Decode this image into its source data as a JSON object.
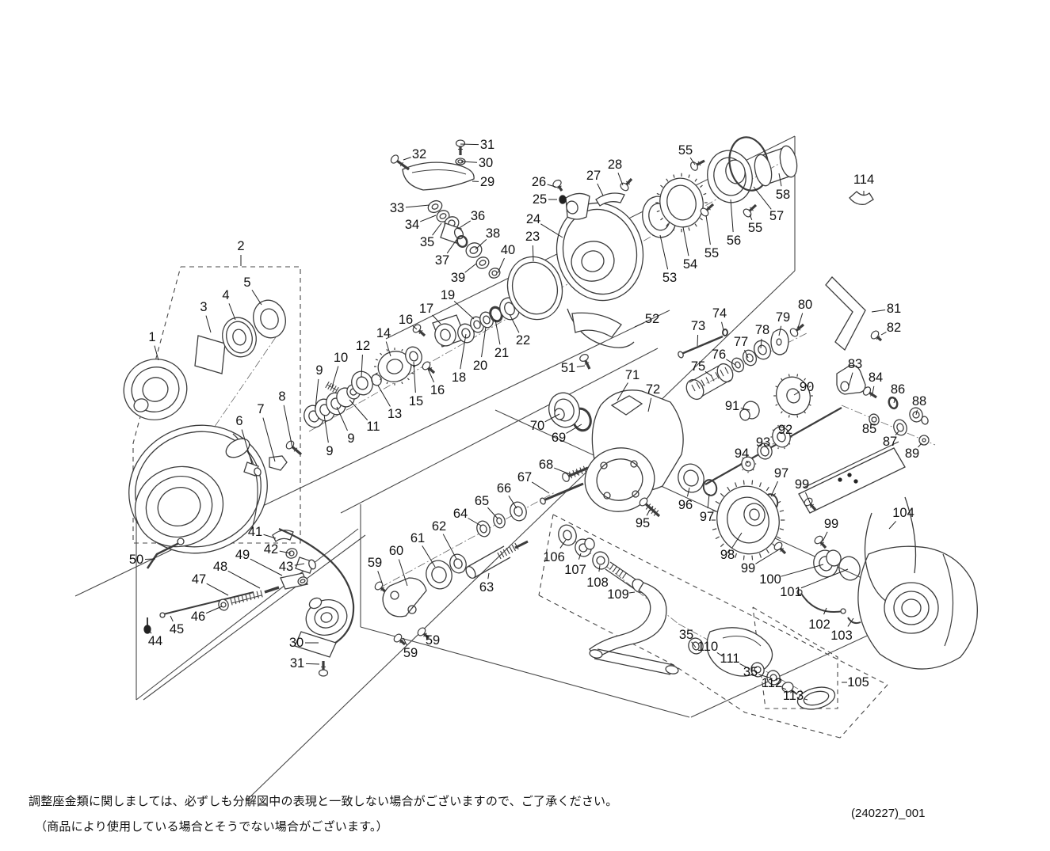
{
  "diagram": {
    "part_labels": [
      [
        1,
        192,
        426,
        200,
        455
      ],
      [
        2,
        304,
        311,
        304,
        336
      ],
      [
        3,
        257,
        388,
        266,
        420
      ],
      [
        4,
        285,
        373,
        297,
        404
      ],
      [
        5,
        312,
        357,
        330,
        385
      ],
      [
        6,
        302,
        532,
        318,
        586
      ],
      [
        7,
        329,
        517,
        347,
        583
      ],
      [
        8,
        356,
        501,
        369,
        566
      ],
      [
        9,
        403,
        468,
        398,
        516
      ],
      [
        9,
        443,
        554,
        425,
        514
      ],
      [
        9,
        416,
        570,
        409,
        524
      ],
      [
        10,
        430,
        452,
        419,
        489
      ],
      [
        11,
        471,
        539,
        441,
        505
      ],
      [
        12,
        458,
        437,
        456,
        476
      ],
      [
        13,
        498,
        523,
        477,
        487
      ],
      [
        14,
        484,
        421,
        493,
        450
      ],
      [
        15,
        525,
        507,
        522,
        457
      ],
      [
        16,
        512,
        404,
        526,
        416
      ],
      [
        16,
        552,
        493,
        540,
        466
      ],
      [
        17,
        538,
        390,
        556,
        409
      ],
      [
        18,
        579,
        477,
        588,
        422
      ],
      [
        19,
        565,
        373,
        598,
        403
      ],
      [
        20,
        606,
        462,
        613,
        413
      ],
      [
        21,
        633,
        446,
        625,
        404
      ],
      [
        22,
        660,
        430,
        643,
        397
      ],
      [
        23,
        672,
        299,
        673,
        330
      ],
      [
        24,
        673,
        277,
        710,
        300
      ],
      [
        25,
        681,
        252,
        703,
        252
      ],
      [
        26,
        680,
        230,
        701,
        236
      ],
      [
        27,
        749,
        222,
        761,
        247
      ],
      [
        28,
        776,
        208,
        786,
        234
      ],
      [
        29,
        615,
        230,
        596,
        229
      ],
      [
        30,
        613,
        206,
        582,
        204
      ],
      [
        31,
        615,
        183,
        581,
        182
      ],
      [
        32,
        529,
        195,
        509,
        202
      ],
      [
        33,
        501,
        263,
        542,
        259
      ],
      [
        34,
        520,
        284,
        550,
        272
      ],
      [
        35,
        539,
        306,
        557,
        282
      ],
      [
        36,
        603,
        273,
        578,
        289
      ],
      [
        37,
        558,
        329,
        576,
        303
      ],
      [
        38,
        622,
        295,
        600,
        315
      ],
      [
        39,
        578,
        351,
        601,
        333
      ],
      [
        40,
        641,
        316,
        628,
        345
      ],
      [
        41,
        322,
        672,
        348,
        680
      ],
      [
        42,
        342,
        694,
        367,
        699
      ],
      [
        43,
        361,
        716,
        384,
        712
      ],
      [
        44,
        196,
        810,
        187,
        793
      ],
      [
        45,
        223,
        795,
        215,
        778
      ],
      [
        46,
        250,
        779,
        280,
        766
      ],
      [
        47,
        251,
        732,
        288,
        752
      ],
      [
        48,
        278,
        716,
        328,
        743
      ],
      [
        49,
        306,
        701,
        356,
        727
      ],
      [
        50,
        172,
        707,
        196,
        706
      ],
      [
        51,
        717,
        465,
        738,
        462
      ],
      [
        52,
        823,
        403,
        801,
        413
      ],
      [
        53,
        845,
        351,
        833,
        297
      ],
      [
        54,
        871,
        334,
        862,
        287
      ],
      [
        55,
        865,
        190,
        877,
        208
      ],
      [
        55,
        953,
        288,
        946,
        271
      ],
      [
        55,
        898,
        320,
        891,
        272
      ],
      [
        56,
        926,
        304,
        922,
        252
      ],
      [
        57,
        980,
        273,
        951,
        236
      ],
      [
        58,
        988,
        246,
        983,
        219
      ],
      [
        59,
        473,
        711,
        482,
        736
      ],
      [
        59,
        546,
        809,
        540,
        799
      ],
      [
        59,
        518,
        825,
        509,
        806
      ],
      [
        60,
        500,
        696,
        514,
        740
      ],
      [
        61,
        527,
        680,
        549,
        716
      ],
      [
        62,
        554,
        665,
        576,
        706
      ],
      [
        63,
        614,
        742,
        617,
        724
      ],
      [
        64,
        581,
        649,
        607,
        664
      ],
      [
        65,
        608,
        633,
        628,
        655
      ],
      [
        66,
        636,
        617,
        652,
        642
      ],
      [
        67,
        662,
        603,
        693,
        623
      ],
      [
        68,
        689,
        587,
        719,
        599
      ],
      [
        69,
        705,
        553,
        734,
        536
      ],
      [
        70,
        678,
        538,
        706,
        523
      ],
      [
        71,
        798,
        474,
        779,
        506
      ],
      [
        72,
        824,
        492,
        818,
        520
      ],
      [
        73,
        881,
        412,
        880,
        437
      ],
      [
        74,
        908,
        396,
        913,
        417
      ],
      [
        75,
        881,
        463,
        898,
        475
      ],
      [
        76,
        907,
        448,
        928,
        461
      ],
      [
        77,
        935,
        432,
        944,
        452
      ],
      [
        78,
        962,
        417,
        960,
        440
      ],
      [
        79,
        988,
        401,
        983,
        424
      ],
      [
        80,
        1016,
        385,
        1007,
        414
      ],
      [
        81,
        1128,
        390,
        1100,
        394
      ],
      [
        82,
        1128,
        414,
        1112,
        423
      ],
      [
        83,
        1079,
        460,
        1071,
        488
      ],
      [
        84,
        1105,
        477,
        1101,
        497
      ],
      [
        85,
        1097,
        542,
        1102,
        532
      ],
      [
        86,
        1133,
        492,
        1128,
        509
      ],
      [
        87,
        1123,
        558,
        1134,
        545
      ],
      [
        88,
        1160,
        507,
        1156,
        524
      ],
      [
        89,
        1151,
        573,
        1163,
        560
      ],
      [
        90,
        1018,
        489,
        1002,
        499
      ],
      [
        91,
        924,
        513,
        946,
        518
      ],
      [
        92,
        991,
        543,
        986,
        552
      ],
      [
        93,
        963,
        559,
        964,
        570
      ],
      [
        94,
        936,
        573,
        944,
        585
      ],
      [
        95,
        811,
        661,
        820,
        644
      ],
      [
        96,
        865,
        638,
        870,
        616
      ],
      [
        97,
        892,
        653,
        895,
        624
      ],
      [
        97,
        986,
        598,
        973,
        627
      ],
      [
        98,
        918,
        701,
        936,
        673
      ],
      [
        99,
        1012,
        612,
        1023,
        637
      ],
      [
        99,
        1049,
        662,
        1038,
        684
      ],
      [
        99,
        944,
        718,
        985,
        693
      ],
      [
        100,
        972,
        732,
        1039,
        713
      ],
      [
        101,
        998,
        748,
        1070,
        719
      ],
      [
        102,
        1034,
        789,
        1043,
        768
      ],
      [
        103,
        1062,
        803,
        1077,
        781
      ],
      [
        104,
        1140,
        648,
        1122,
        668
      ],
      [
        105,
        1083,
        862,
        1062,
        862
      ],
      [
        106,
        699,
        704,
        714,
        682
      ],
      [
        107,
        726,
        720,
        733,
        699
      ],
      [
        108,
        754,
        736,
        757,
        714
      ],
      [
        109,
        780,
        751,
        801,
        748
      ],
      [
        110,
        893,
        817,
        912,
        829
      ],
      [
        111,
        921,
        832,
        946,
        845
      ],
      [
        112,
        974,
        863,
        992,
        871
      ],
      [
        113,
        1001,
        879,
        1019,
        884
      ],
      [
        114,
        1090,
        227,
        1090,
        247
      ],
      [
        30,
        374,
        812,
        402,
        812
      ],
      [
        31,
        375,
        838,
        403,
        839
      ],
      [
        35,
        866,
        802,
        878,
        818
      ],
      [
        35,
        947,
        849,
        971,
        856
      ]
    ]
  },
  "footer": {
    "note_line1": "調整座金類に関しましては、必ずしも分解図中の表現と一致しない場合がございますので、ご了承ください。",
    "note_line2": "（商品により使用している場合とそうでない場合がございます。）",
    "doc_code": "(240227)_001"
  },
  "colors": {
    "ink": "#111111",
    "line": "#3c3c3c",
    "construction": "#474747"
  }
}
